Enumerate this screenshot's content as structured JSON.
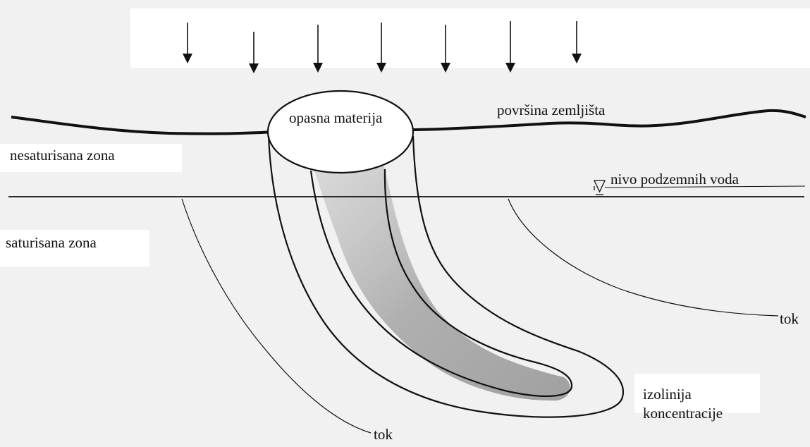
{
  "labels": {
    "ground_surface": "površina zemljišta",
    "hazardous_material": "opasna materija",
    "unsaturated_zone": "nesaturisana zona",
    "groundwater_level": "nivo podzemnih voda",
    "saturated_zone": "saturisana zona",
    "flow_right": "tok",
    "flow_bottom": "tok",
    "isoline_line1": "izolinija",
    "isoline_line2": "koncentracije"
  },
  "colors": {
    "background": "#f1f1f1",
    "label_patch": "#ffffff",
    "line": "#111111",
    "plume_shading": "#8a8a8a"
  },
  "icons": {
    "rain_arrows": "down-arrow-icon",
    "water_table_marker": "water-level-triangle-icon"
  }
}
